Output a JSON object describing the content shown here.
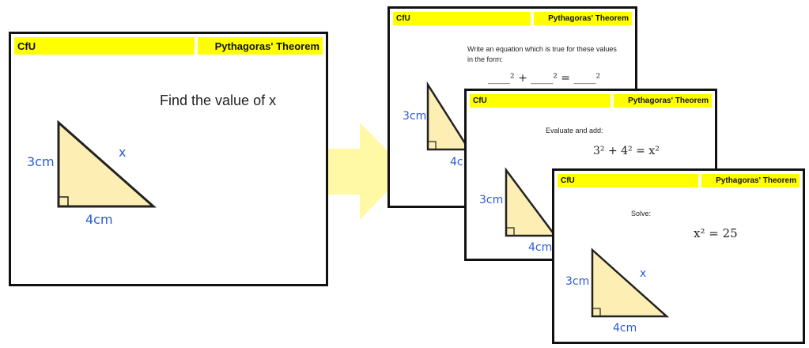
{
  "header": {
    "left": "CfU",
    "right": "Pythagoras' Theorem"
  },
  "slide1": {
    "prompt": "Find the value of x",
    "side_a": "3cm",
    "side_b": "4cm",
    "hyp": "x"
  },
  "slide2": {
    "instruction_line1": "Write an equation which is true for these values",
    "instruction_line2": "in the form:",
    "equation": "____² + ____² = ____²",
    "side_a": "3cm",
    "side_b": "4c"
  },
  "slide3": {
    "instruction": "Evaluate and add:",
    "equation": "3² + 4² = x²",
    "side_a": "3cm",
    "side_b": "4cm"
  },
  "slide4": {
    "instruction": "Solve:",
    "equation": "x² = 25",
    "side_a": "3cm",
    "side_b": "4cm",
    "hyp": "x"
  },
  "colors": {
    "header": "#ffff00",
    "triangle_fill": "#fdeeb4",
    "label": "#2a5bd7",
    "arrow": "#fff9a6"
  }
}
